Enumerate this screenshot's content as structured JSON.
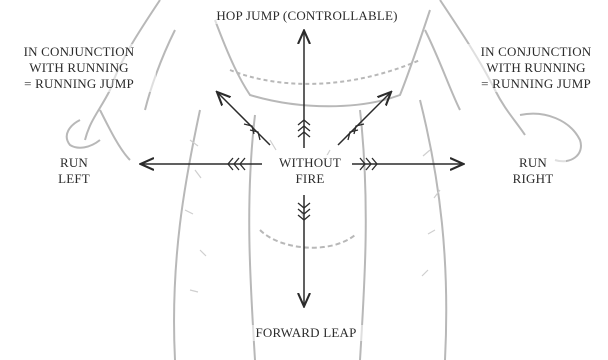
{
  "labels": {
    "top": "HOP JUMP (CONTROLLABLE)",
    "left_combo": [
      "IN CONJUNCTION",
      "WITH RUNNING",
      "= RUNNING JUMP"
    ],
    "right_combo": [
      "IN CONJUNCTION",
      "WITH RUNNING",
      "= RUNNING JUMP"
    ],
    "run_left": [
      "RUN",
      "LEFT"
    ],
    "center": [
      "WITHOUT",
      "FIRE"
    ],
    "run_right": [
      "RUN",
      "RIGHT"
    ],
    "bottom": "FORWARD LEAP"
  },
  "colors": {
    "ink": "#2b2b2b",
    "sketch": "#b5b5b5",
    "background": "#ffffff"
  },
  "icons": {
    "figure": "troll-creature-sketch",
    "arrows": "eight-direction-joystick-arrows"
  }
}
